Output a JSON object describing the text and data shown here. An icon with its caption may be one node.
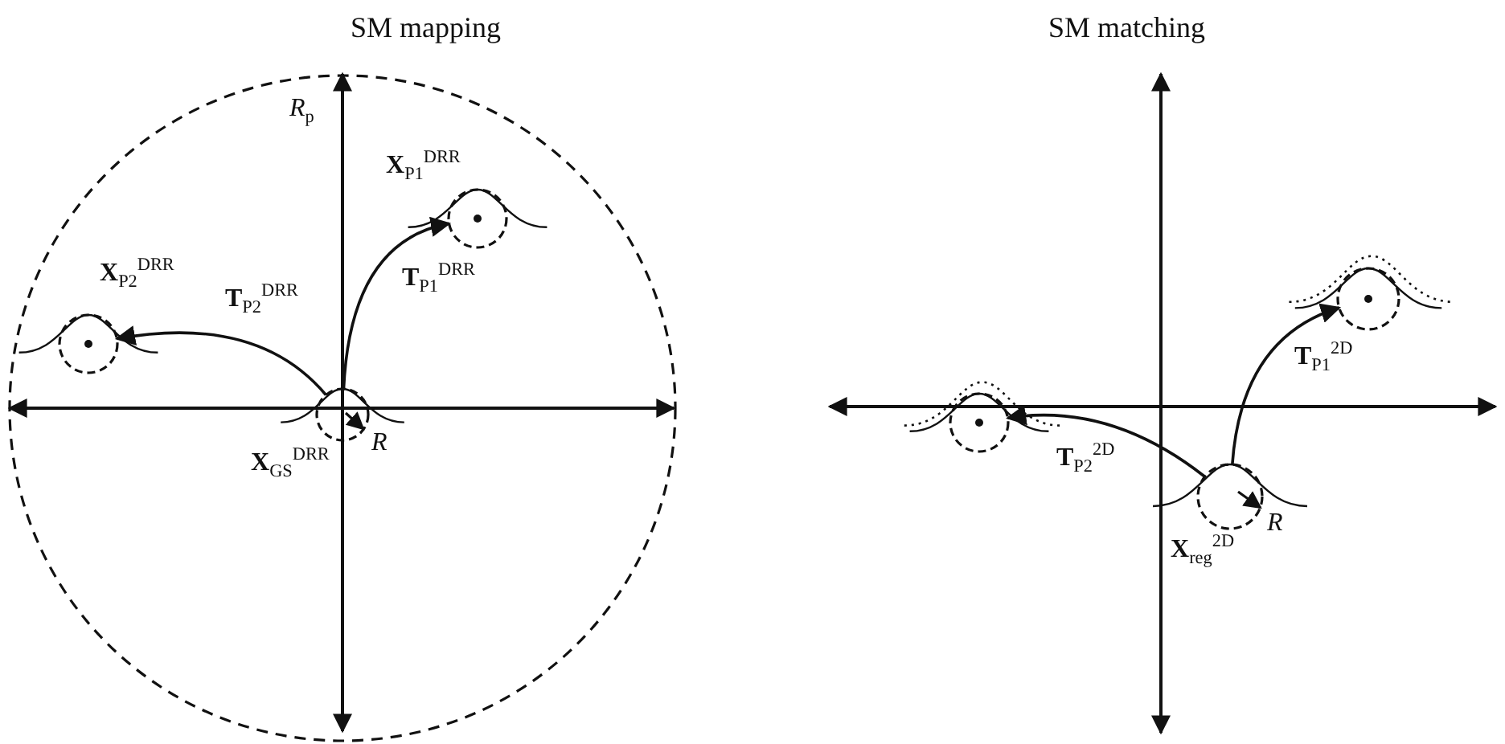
{
  "diagram": {
    "nodes": [
      {
        "text": [],
        "shape": "circle",
        "beside": [
          "**X**$_{GS}$$^{DRR}$"
        ]
      },
      {
        "text": [],
        "shape": "circle",
        "beside": [
          "**X**$_{P1}$$^{DRR}$"
        ]
      },
      {
        "text": [],
        "shape": "circle",
        "beside": [
          "**X**$_{P2}$$^{DRR}$"
        ]
      },
      {
        "text": [],
        "shape": "circle",
        "beside": [
          "**X**$_{reg}$$^{2D}$"
        ]
      },
      {
        "text": [],
        "shape": "circle"
      },
      {
        "text": [],
        "shape": "circle"
      }
    ],
    "edges": [
      {
        "from": 0,
        "to": 1,
        "arrow": "to",
        "label": "**T**$_{P1}$$^{DRR}$"
      },
      {
        "from": 0,
        "to": 2,
        "arrow": "to",
        "label": "**T**$_{P2}$$^{DRR}$"
      },
      {
        "from": 3,
        "to": 4,
        "arrow": "to",
        "label": "**T**$_{P1}$$^{2D}$"
      },
      {
        "from": 3,
        "to": 5,
        "arrow": "to",
        "label": "**T**$_{P2}$$^{2D}$"
      }
    ],
    "labels": [
      "SM mapping",
      "SM matching",
      "*R*$_{p}$",
      "*R*",
      "*R*"
    ]
  }
}
